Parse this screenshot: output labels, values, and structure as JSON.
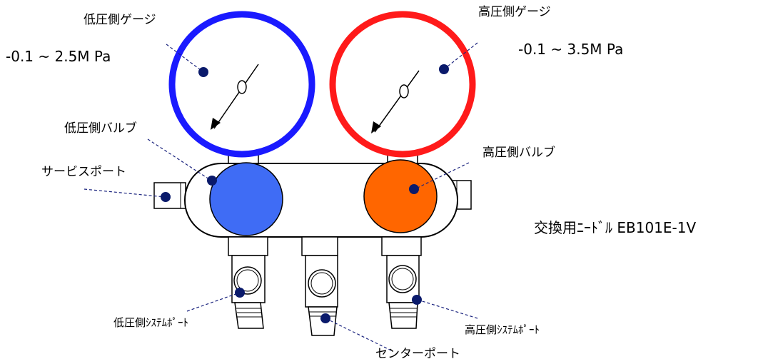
{
  "labels": {
    "low_gauge": "低圧側ゲージ",
    "low_range": "-0.1 ~ 2.5M Pa",
    "high_gauge": "高圧側ゲージ",
    "high_range": "-0.1 ~ 3.5M Pa",
    "low_valve": "低圧側バルブ",
    "high_valve": "高圧側バルブ",
    "service_port": "サービスポート",
    "needle_note": "交換用ﾆｰﾄﾞﾙ EB101E-1V",
    "low_system_port": "低圧側ｼｽﾃﾑﾎﾟｰﾄ",
    "high_system_port": "高圧側ｼｽﾃﾑﾎﾟｰﾄ",
    "center_port": "センターポート"
  },
  "colors": {
    "low_gauge_ring": "#1a1aff",
    "high_gauge_ring": "#ff1a1a",
    "low_valve": "#3f6cf5",
    "high_valve": "#ff6600",
    "marker": "#0a1a6b"
  }
}
